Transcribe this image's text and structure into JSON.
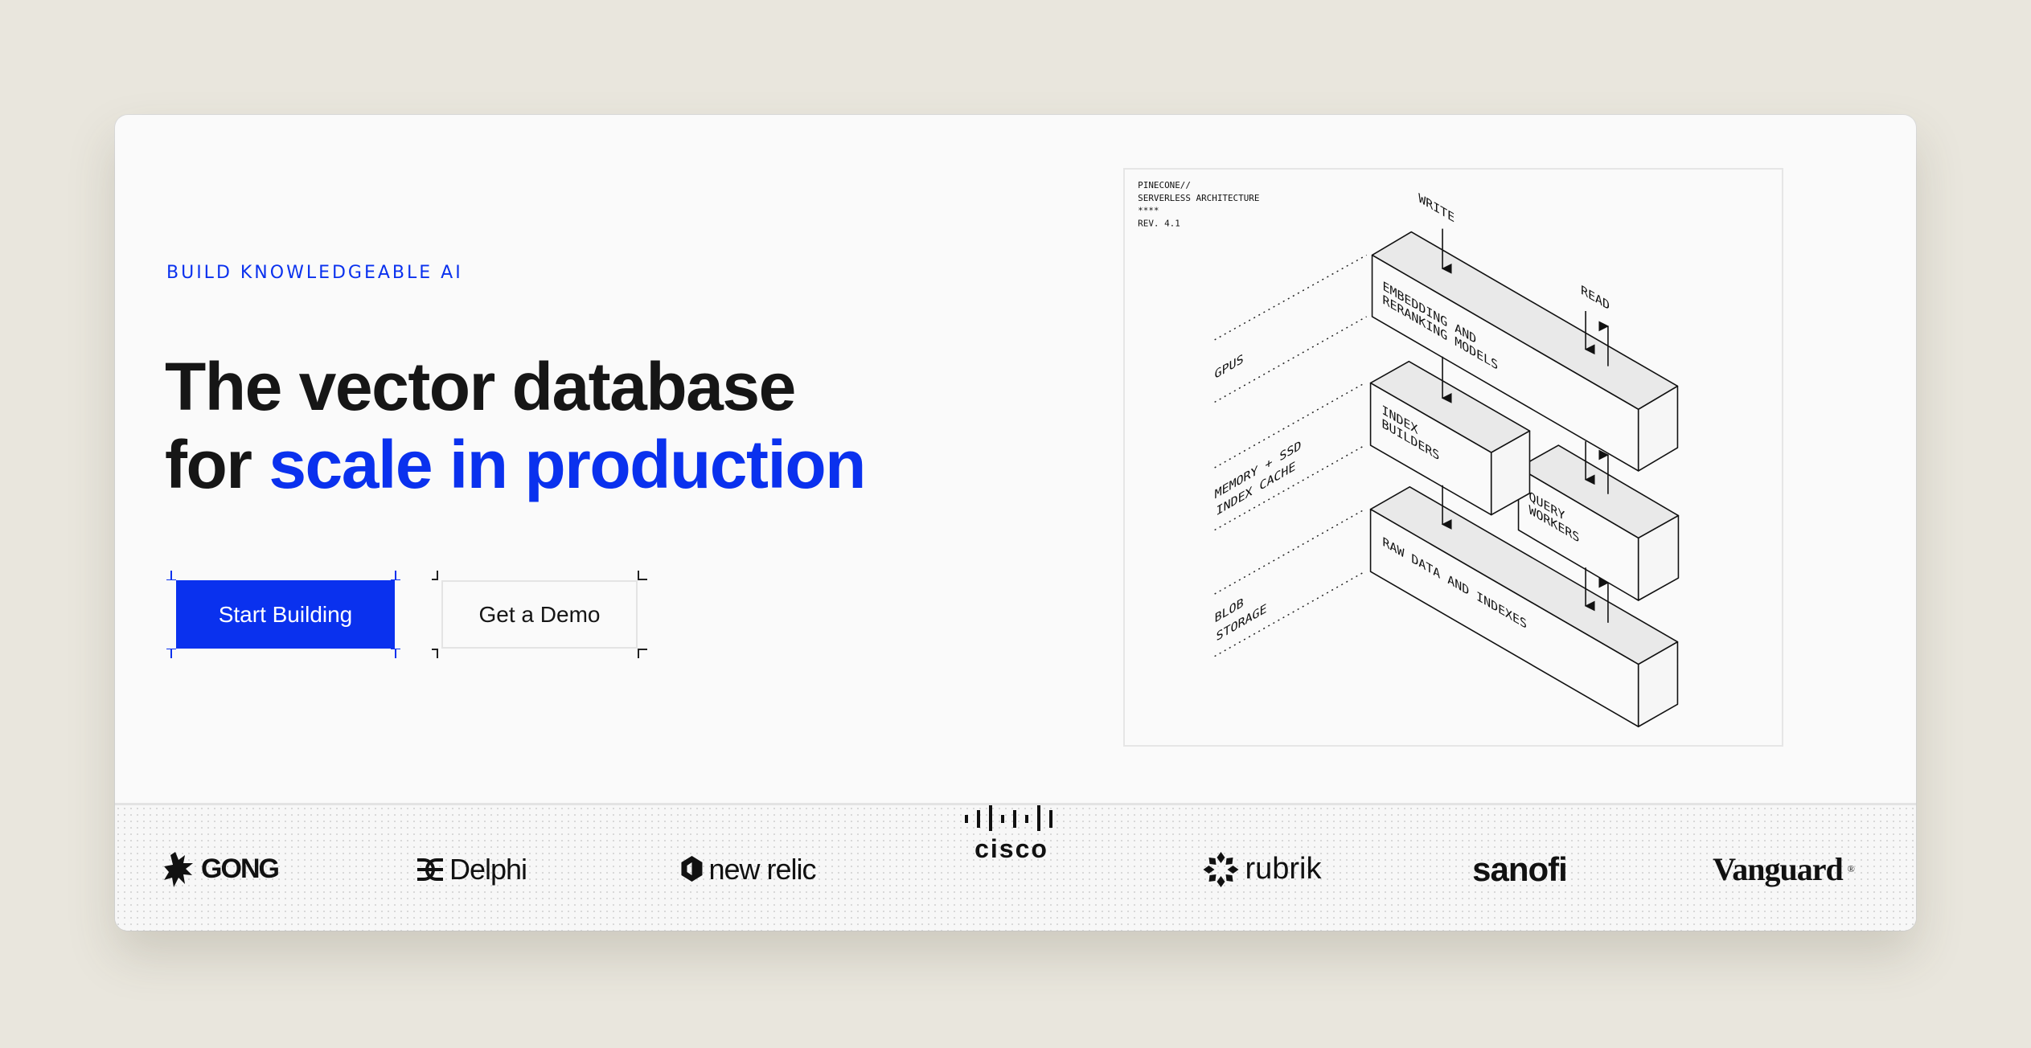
{
  "hero": {
    "eyebrow": "BUILD KNOWLEDGEABLE AI",
    "headline_line1": "The vector database",
    "headline_for": "for",
    "headline_highlight": "scale in production",
    "primary_button": "Start Building",
    "secondary_button": "Get a Demo"
  },
  "diagram": {
    "header": [
      "PINECONE//",
      "SERVERLESS ARCHITECTURE",
      "****",
      "REV. 4.1"
    ],
    "write_label": "WRITE",
    "read_label": "READ",
    "layers": {
      "gpus": "GPUS",
      "memory_1": "MEMORY + SSD",
      "memory_2": "INDEX CACHE",
      "blob_1": "BLOB",
      "blob_2": "STORAGE"
    },
    "boxes": {
      "embedding_1": "EMBEDDING AND",
      "embedding_2": "RERANKING MODELS",
      "index_1": "INDEX",
      "index_2": "BUILDERS",
      "query_1": "QUERY",
      "query_2": "WORKERS",
      "raw": "RAW DATA AND INDEXES"
    }
  },
  "logos": [
    "GONG",
    "Delphi",
    "new relic",
    "cisco",
    "rubrik",
    "sanofi",
    "Vanguard"
  ],
  "colors": {
    "accent": "#0a31ee",
    "text": "#161616",
    "background": "#e9e6dd",
    "card": "#fafafa"
  }
}
